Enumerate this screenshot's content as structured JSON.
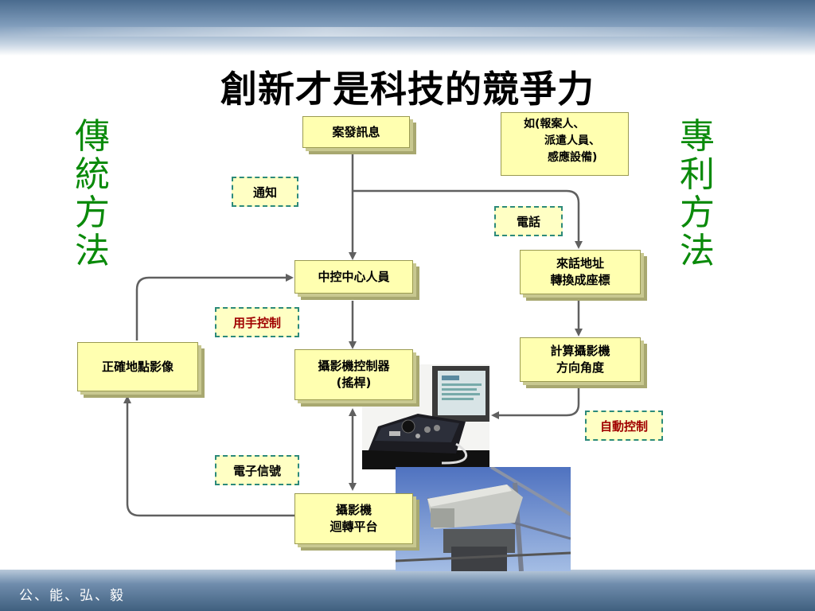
{
  "slide": {
    "title": "創新才是科技的競爭力",
    "footer": "公、能、弘、毅"
  },
  "side": {
    "left": [
      "傳",
      "統",
      "方",
      "法"
    ],
    "right": [
      "專",
      "利",
      "方",
      "法"
    ]
  },
  "boxes": {
    "case_report": "案發訊息",
    "control_center": "中控中心人員",
    "camera_controller": "攝影機控制器\n(搖桿)",
    "camera_platform": "攝影機\n迴轉平台",
    "correct_image": "正確地點影像",
    "address_to_coord": "來話地址\n轉換成座標",
    "compute_direction": "計算攝影機\n方向角度"
  },
  "note": {
    "lines": [
      "如(報案人、",
      "派遣人員、",
      "感應設備)"
    ]
  },
  "labels": {
    "notify": "通知",
    "phone": "電話",
    "manual_control": "用手控制",
    "auto_control": "自動控制",
    "electronic_signal": "電子信號"
  },
  "colors": {
    "box_fill": "#ffffb0",
    "side_text": "#0a8a0a",
    "label_border": "#2c8a7a",
    "label_red_text": "#a00000",
    "arrow": "#606060"
  },
  "images": {
    "controller_photo": "camera-controller-console-photo",
    "camera_photo": "pan-tilt-camera-photo"
  }
}
